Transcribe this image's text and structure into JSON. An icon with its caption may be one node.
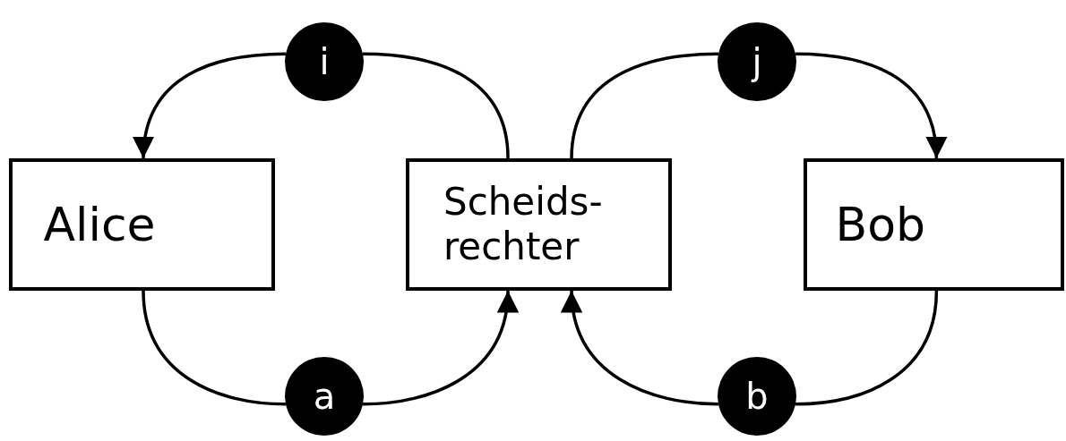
{
  "diagram": {
    "nodes": [
      {
        "text": [
          "i"
        ]
      },
      {
        "text": [
          "j"
        ]
      },
      {
        "text": [
          "Alice"
        ]
      },
      {
        "text": [
          "Scheids- rechter"
        ]
      },
      {
        "text": [
          "Bob"
        ]
      },
      {
        "text": [
          "a"
        ]
      },
      {
        "text": [
          "b"
        ]
      }
    ],
    "edges": [
      {
        "from": 3,
        "to": 0,
        "arrow": "none"
      },
      {
        "from": 0,
        "to": 2,
        "arrow": "to"
      },
      {
        "from": 3,
        "to": 1,
        "arrow": "none"
      },
      {
        "from": 1,
        "to": 4,
        "arrow": "to"
      },
      {
        "from": 2,
        "to": 5,
        "arrow": "none"
      },
      {
        "from": 5,
        "to": 3,
        "arrow": "to"
      },
      {
        "from": 4,
        "to": 6,
        "arrow": "none"
      },
      {
        "from": 6,
        "to": 3,
        "arrow": "to"
      }
    ]
  }
}
